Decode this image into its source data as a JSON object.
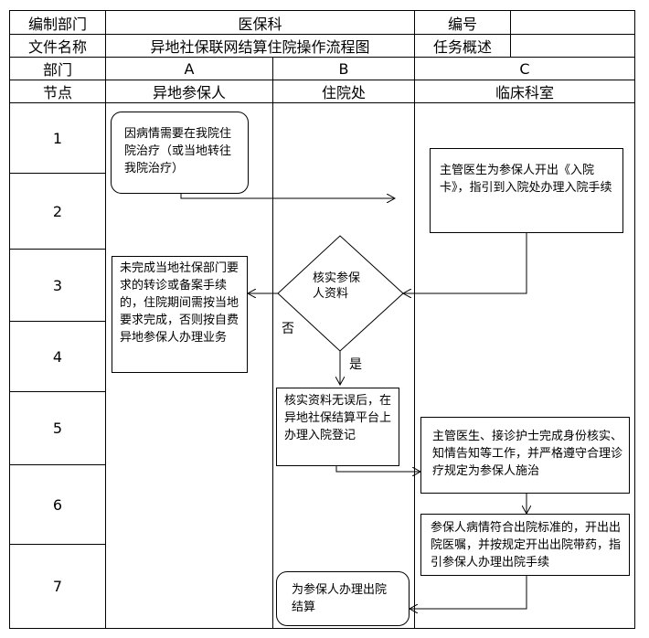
{
  "header": {
    "dept_label": "编制部门",
    "dept_value": "医保科",
    "number_label": "编号",
    "number_value": "",
    "file_label": "文件名称",
    "file_value": "异地社保联网结算住院操作流程图",
    "task_label": "任务概述",
    "task_value": ""
  },
  "columns": {
    "dept_row_label": "部门",
    "node_row_label": "节点",
    "lanes": [
      {
        "letter": "A",
        "name": "异地参保人"
      },
      {
        "letter": "B",
        "name": "住院处"
      },
      {
        "letter": "C",
        "name": "临床科室"
      }
    ]
  },
  "nodes": [
    "1",
    "2",
    "3",
    "4",
    "5",
    "6",
    "7"
  ],
  "flow": {
    "step_patient_start": "因病情需要在我院住院治疗（或当地转往我院治疗）",
    "step_doctor_card": "主管医生为参保人开出《入院卡》，指引到入院处办理入院手续",
    "decision_verify": "核实参保人资料",
    "step_incomplete": "未完成当地社保部门要求的转诊或备案手续的，住院期间需按当地要求完成，否则按自费异地参保人办理业务",
    "label_no": "否",
    "label_yes": "是",
    "step_register": "核实资料无误后，在异地社保结算平台上办理入院登记",
    "step_treatment": "主管医生、接诊护士完成身份核实、知情告知等工作，并严格遵守合理诊疗规定为参保人施治",
    "step_discharge_order": "参保人病情符合出院标准的，开出出院医嘱，并按规定开出出院带药，指引参保人办理出院手续",
    "step_settlement": "为参保人办理出院结算"
  }
}
